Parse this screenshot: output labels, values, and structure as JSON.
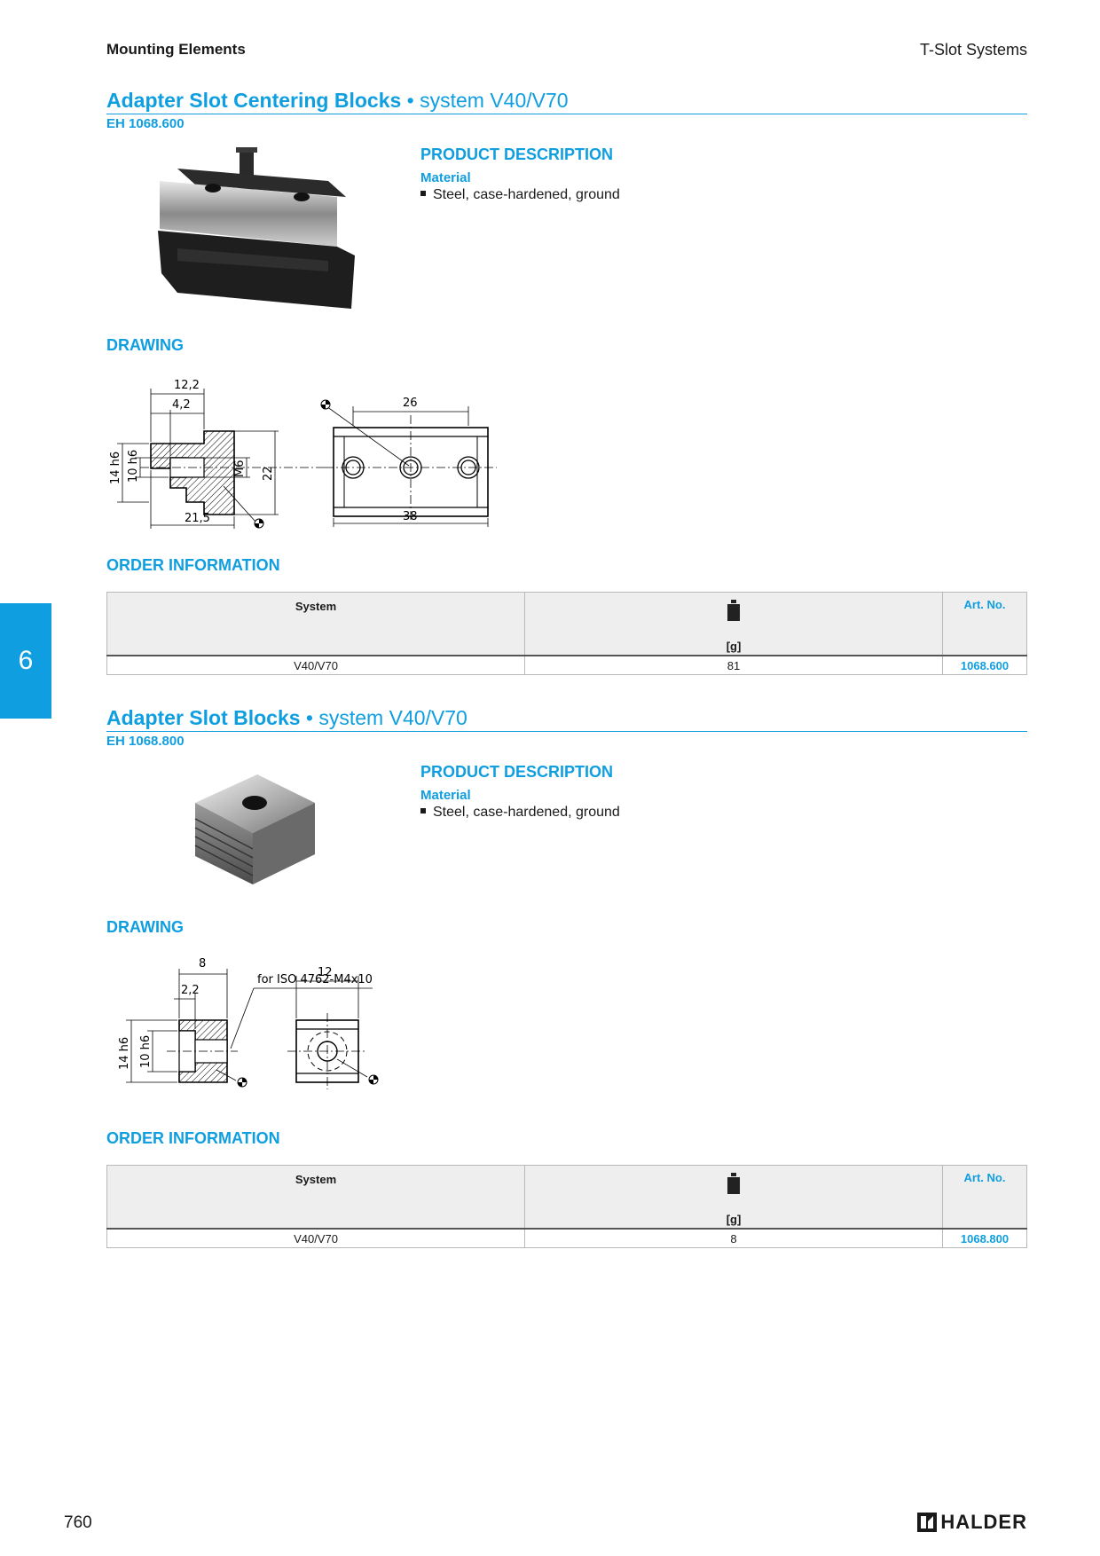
{
  "header": {
    "category": "Mounting Elements",
    "section": "T-Slot Systems"
  },
  "side_tab": "6",
  "products": [
    {
      "title_bold": "Adapter Slot Centering Blocks",
      "title_rest": " • system V40/V70",
      "code": "EH 1068.600",
      "description_heading": "PRODUCT DESCRIPTION",
      "material_heading": "Material",
      "material": "Steel, case-hardened, ground",
      "drawing_heading": "DRAWING",
      "drawing_labels": {
        "d1": "12,2",
        "d2": "4,2",
        "d3": "14 h6",
        "d4": "10 h6",
        "d5": "M6",
        "d6": "22",
        "d7": "21,5",
        "d8": "26",
        "d9": "38"
      },
      "order_heading": "ORDER INFORMATION",
      "table": {
        "col_system": "System",
        "col_weight_unit": "[g]",
        "col_art": "Art. No.",
        "system": "V40/V70",
        "weight": "81",
        "art_no": "1068.600"
      }
    },
    {
      "title_bold": "Adapter Slot Blocks",
      "title_rest": " • system V40/V70",
      "code": "EH 1068.800",
      "description_heading": "PRODUCT DESCRIPTION",
      "material_heading": "Material",
      "material": "Steel, case-hardened, ground",
      "drawing_heading": "DRAWING",
      "drawing_labels": {
        "d1": "8",
        "d2": "2,2",
        "d3": "14 h6",
        "d4": "10 h6",
        "d5": "for ISO 4762-M4x10",
        "d6": "12"
      },
      "order_heading": "ORDER INFORMATION",
      "table": {
        "col_system": "System",
        "col_weight_unit": "[g]",
        "col_art": "Art. No.",
        "system": "V40/V70",
        "weight": "8",
        "art_no": "1068.800"
      }
    }
  ],
  "footer": {
    "page_number": "760",
    "brand": "HALDER"
  },
  "icons": [
    "weight-icon",
    "surface-finish-icon",
    "halder-logo-icon"
  ],
  "colors": {
    "accent": "#0f9ee0",
    "text": "#1a1a1a"
  }
}
